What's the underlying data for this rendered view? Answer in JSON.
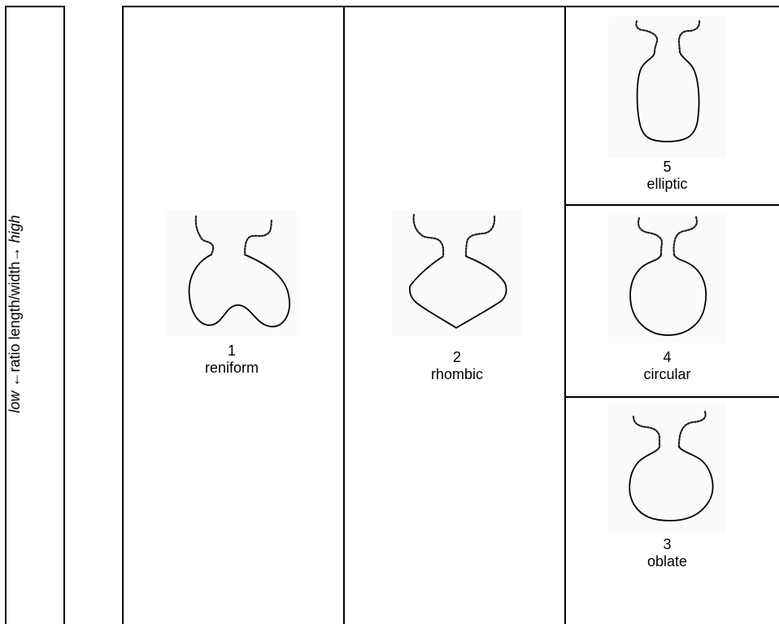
{
  "axis": {
    "low_label": "low",
    "arrow_left": "←",
    "middle_label": "ratio length/width",
    "arrow_right": "→",
    "high_label": "high"
  },
  "shapes": [
    {
      "number": "1",
      "name": "reniform",
      "icon": "reniform-shape-icon"
    },
    {
      "number": "2",
      "name": "rhombic",
      "icon": "rhombic-shape-icon"
    },
    {
      "number": "5",
      "name": "elliptic",
      "icon": "elliptic-shape-icon"
    },
    {
      "number": "4",
      "name": "circular",
      "icon": "circular-shape-icon"
    },
    {
      "number": "3",
      "name": "oblate",
      "icon": "oblate-shape-icon"
    }
  ],
  "colors": {
    "line": "#000000",
    "background": "#ffffff"
  }
}
